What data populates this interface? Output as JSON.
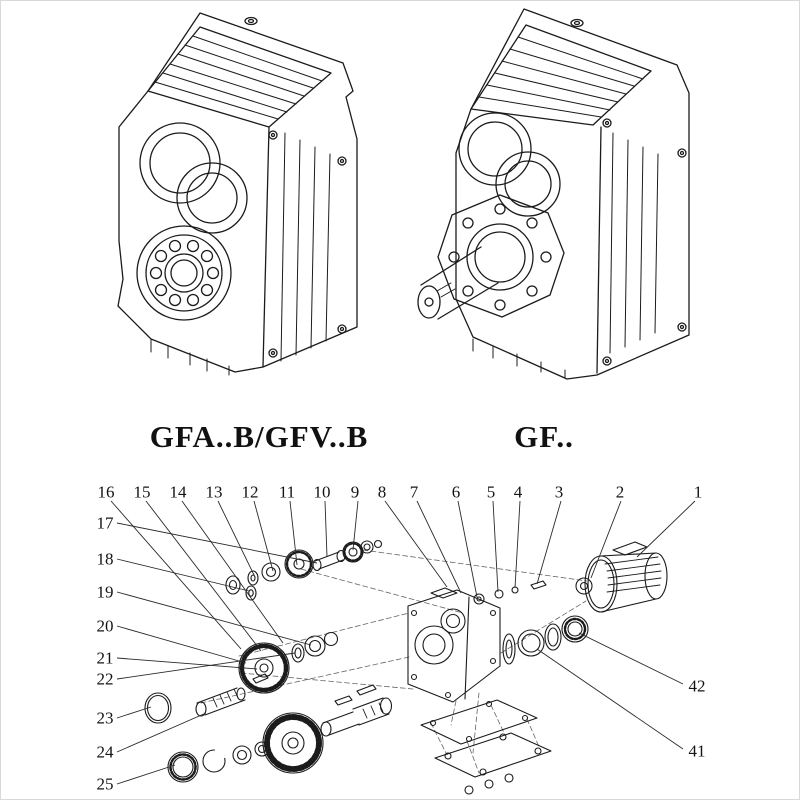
{
  "models": {
    "left_label": "GFA..B/GFV..B",
    "right_label": "GF.."
  },
  "exploded": {
    "top_row": [
      "16",
      "15",
      "14",
      "13",
      "12",
      "11",
      "10",
      "9",
      "8",
      "7",
      "6",
      "5",
      "4",
      "3",
      "2",
      "1"
    ],
    "left_col": [
      "17",
      "18",
      "19",
      "20",
      "21",
      "22",
      "23",
      "24",
      "25"
    ],
    "right_col": [
      "42",
      "41"
    ]
  },
  "colors": {
    "line": "#1b1b1b",
    "leader": "#2a2a2a",
    "dashed": "#666666"
  }
}
